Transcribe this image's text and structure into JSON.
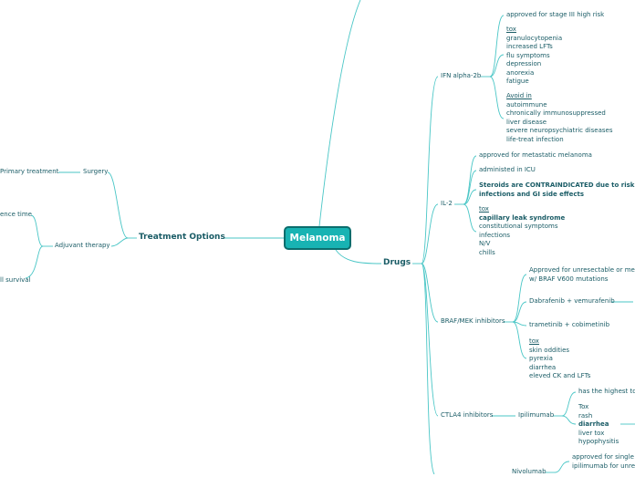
{
  "center": "Melanoma",
  "treatment_options": "Treatment Options",
  "primary_treatment": "Primary treatment",
  "surgery": "Surgery",
  "adjuvant_therapy": "Adjuvant therapy",
  "left_cut_1": "ence time",
  "left_cut_2": "ll survival",
  "drugs": "Drugs",
  "ifn": {
    "label": "IFN alpha-2b",
    "approved": "approved for stage III high risk",
    "tox_head": "tox",
    "tox": [
      "granulocytopenia",
      "increased LFTs",
      "flu symptoms",
      "depression",
      "anorexia",
      "fatigue"
    ],
    "avoid_head": "Avoid in",
    "avoid": [
      "autoimmune",
      "chronically immunosuppressed",
      "liver disease",
      "severe neuropsychiatric diseases",
      "life-treat infection"
    ]
  },
  "il2": {
    "label": "IL-2",
    "approved": "approved for metastatic melanoma",
    "icu": "administed in ICU",
    "steroids_1": "Steroids are CONTRAINDICATED due to risk of",
    "steroids_2": "infections and GI side effects",
    "tox_head": "tox",
    "tox_bold": "capillary leak syndrome",
    "tox": [
      "constitutional symptoms",
      "infections",
      "N/V",
      "chills"
    ]
  },
  "braf": {
    "label": "BRAF/MEK inhibitors",
    "approved_1": "Approved for unresectable or meta",
    "approved_2": "w/ BRAF V600 mutations",
    "dabrafenib": "Dabrafenib + vemurafenib",
    "trametinib": "trametinib + cobimetinib",
    "tox_head": "tox",
    "tox": [
      "skin oddities",
      "pyrexia",
      "diarrhea",
      "eleved CK and LFTs"
    ]
  },
  "ctla4": {
    "label": "CTLA4 inhibitors",
    "ipilimumab": "Ipilimumab",
    "highest": "has the highest tox",
    "tox_head": "Tox",
    "tox_1": "rash",
    "tox_bold": "diarrhea",
    "tox_2": [
      "liver tox",
      "hypophysitis"
    ]
  },
  "pd1": {
    "nivolumab": "Nivolumab",
    "approved_1": "approved for single a",
    "approved_2": "ipilimumab for unres"
  }
}
